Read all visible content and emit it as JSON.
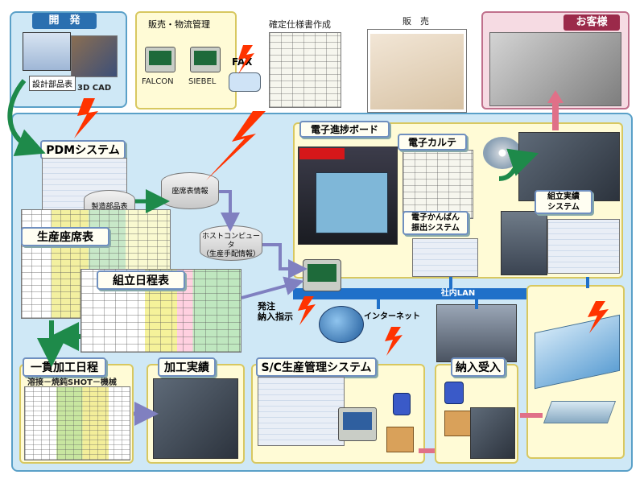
{
  "sections": {
    "dev": "開　発",
    "sales_logistics": "販売・物流管理",
    "spec": "確定仕様書作成",
    "sales": "販　売",
    "customer": "お客様"
  },
  "dev_items": {
    "parts_table": "設計部品表",
    "cad": "3D CAD"
  },
  "systems": {
    "falcon": "FALCON",
    "siebel": "SIEBEL",
    "fax": "FAX"
  },
  "labels": {
    "pdm": "PDMシステム",
    "production_seat": "生産座席表",
    "assembly_schedule": "組立日程表",
    "progress_board": "電子進捗ボード",
    "e_chart": "電子カルテ",
    "e_kanban": "電子かんばん\n振出システム",
    "assembly_result": "組立実績\nシステム",
    "integrated_process": "一貫加工日程",
    "process_result": "加工実績",
    "sc_system": "S/C生産管理システム",
    "receiving": "納入受入"
  },
  "data_stores": {
    "mfg_parts": "製造部品表",
    "seat_info": "座席表情報",
    "host": "ホストコンピュータ\n（生産手配情報）"
  },
  "network": {
    "lan": "社内LAN",
    "internet": "インターネット",
    "order": "発注\n納入指示"
  },
  "process_caption": "溶接－焼鈍SHOT－機械",
  "colors": {
    "blue_region": "#cfe8f6",
    "yellow_panel": "#fffbd6",
    "pink_panel": "#f6dbe3",
    "tab_blue": "#2a6fb0",
    "lan_blue": "#1f70c9",
    "arrow_green": "#1e8a4a",
    "arrow_purple": "#8080c0",
    "arrow_pink": "#e07088",
    "lightning": "#ff3300"
  }
}
